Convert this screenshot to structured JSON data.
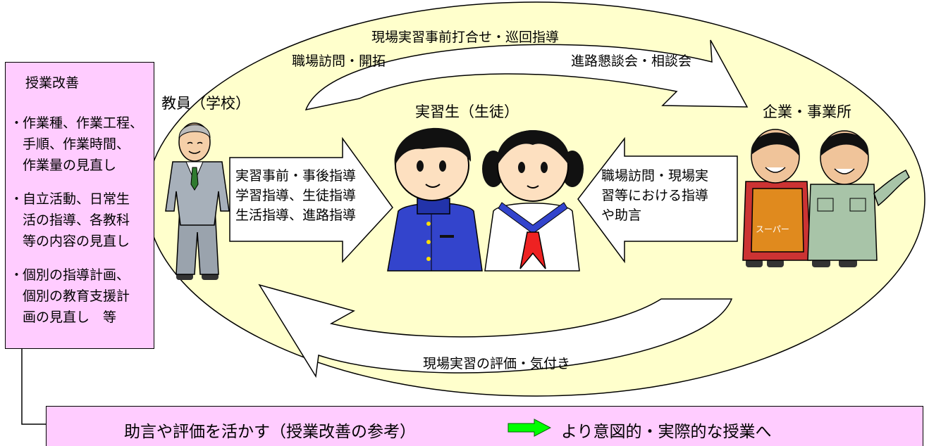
{
  "top_arrow": {
    "line1": "現場実習事前打合せ・巡回指導",
    "left_label": "職場訪問・開拓",
    "right_label": "進路懇談会・相談会"
  },
  "bottom_arrow": {
    "label": "現場実習の評価・気付き"
  },
  "teacher": {
    "label": "教員（学校）"
  },
  "students": {
    "label": "実習生（生徒）"
  },
  "company": {
    "label": "企業・事業所",
    "apron_text": "スーパー"
  },
  "left_arrow": {
    "lines": [
      "実習事前・事後指導",
      "学習指導、生徒指導",
      "生活指導、進路指導"
    ]
  },
  "right_arrow": {
    "lines": [
      "職場訪問・現場実",
      "習等における指導",
      "や助言"
    ]
  },
  "improvement_box": {
    "title": "授業改善",
    "bullet": "・",
    "items": [
      [
        "作業種、作業工程、",
        "手順、作業時間、",
        "作業量の見直し"
      ],
      [
        "自立活動、日常生",
        "活の指導、各教科",
        "等の内容の見直し"
      ],
      [
        "個別の指導計画、",
        "個別の教育支援計",
        "画の見直し　等"
      ]
    ]
  },
  "footer": {
    "left_text": "助言や評価を活かす（授業改善の参考）",
    "right_text": "より意図的・実際的な授業へ",
    "arrow_color": "#00ff00"
  },
  "colors": {
    "ellipse": "#ffffcc",
    "box": "#ffccff",
    "uniform_blue": "#3344cc"
  }
}
